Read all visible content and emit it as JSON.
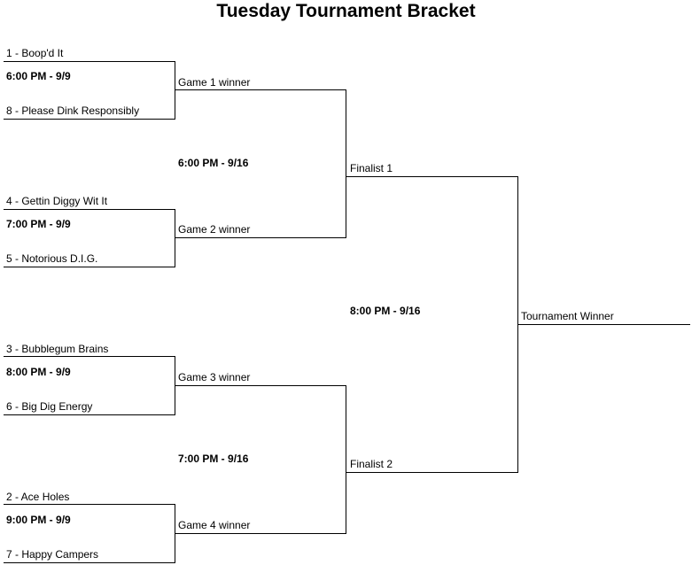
{
  "title": "Tuesday Tournament Bracket",
  "round1": [
    {
      "top_team": "1 - Boop'd It",
      "time": "6:00 PM - 9/9",
      "bottom_team": "8 - Please Dink Responsibly",
      "winner": "Game 1 winner"
    },
    {
      "top_team": "4 - Gettin Diggy Wit It",
      "time": "7:00 PM - 9/9",
      "bottom_team": "5 - Notorious D.I.G.",
      "winner": "Game 2 winner"
    },
    {
      "top_team": "3 - Bubblegum Brains",
      "time": "8:00 PM - 9/9",
      "bottom_team": "6 - Big Dig Energy",
      "winner": "Game 3 winner"
    },
    {
      "top_team": "2 - Ace Holes",
      "time": "9:00 PM - 9/9",
      "bottom_team": "7 - Happy Campers",
      "winner": "Game 4 winner"
    }
  ],
  "semifinals": [
    {
      "time": "6:00 PM - 9/16",
      "winner": "Finalist 1"
    },
    {
      "time": "7:00 PM - 9/16",
      "winner": "Finalist 2"
    }
  ],
  "final": {
    "time": "8:00 PM - 9/16",
    "winner": "Tournament Winner"
  }
}
